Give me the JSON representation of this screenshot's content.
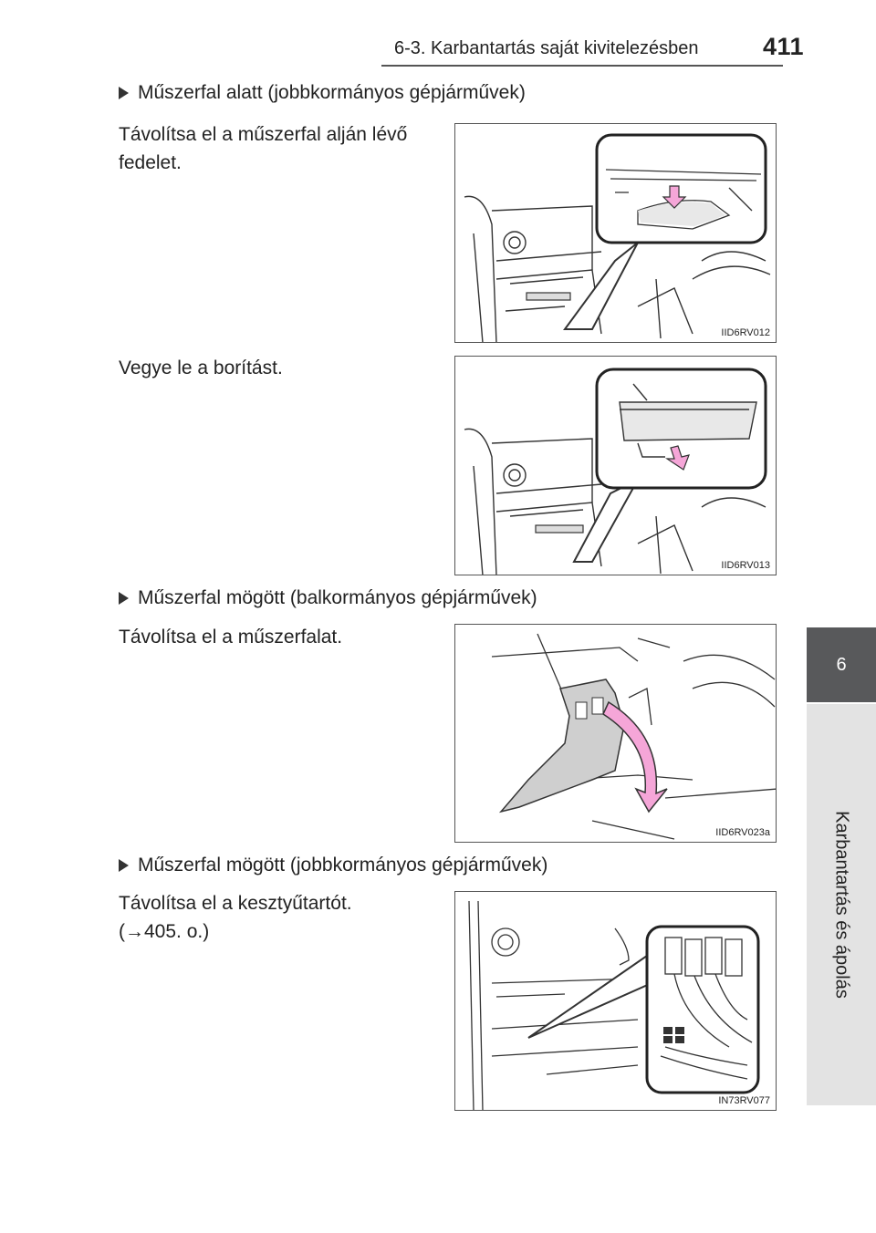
{
  "header": {
    "section": "6-3. Karbantartás saját kivitelezésben",
    "page_number": "411"
  },
  "side_tab": {
    "number": "6",
    "label": "Karbantartás és ápolás"
  },
  "blocks": [
    {
      "heading": "Műszerfal alatt (jobbkormányos gépjárművek)",
      "text1": "Távolítsa el a műszerfal alján lévő",
      "text2": "fedelet.",
      "figure_code": "IID6RV012"
    },
    {
      "text1": "Vegye le a borítást.",
      "figure_code": "IID6RV013"
    },
    {
      "heading": "Műszerfal mögött (balkormányos gépjárművek)",
      "text1": "Távolítsa el a műszerfalat.",
      "figure_code": "IID6RV023a"
    },
    {
      "heading": "Műszerfal mögött (jobbkormányos gépjárművek)",
      "text1": "Távolítsa el a kesztyűtartót.",
      "text2": "(→405. o.)",
      "figure_code": "IN73RV077"
    }
  ],
  "colors": {
    "arrow_pink": "#f5a6d8",
    "tab_gray": "#58595b",
    "sidebar_gray": "#e3e3e3"
  }
}
